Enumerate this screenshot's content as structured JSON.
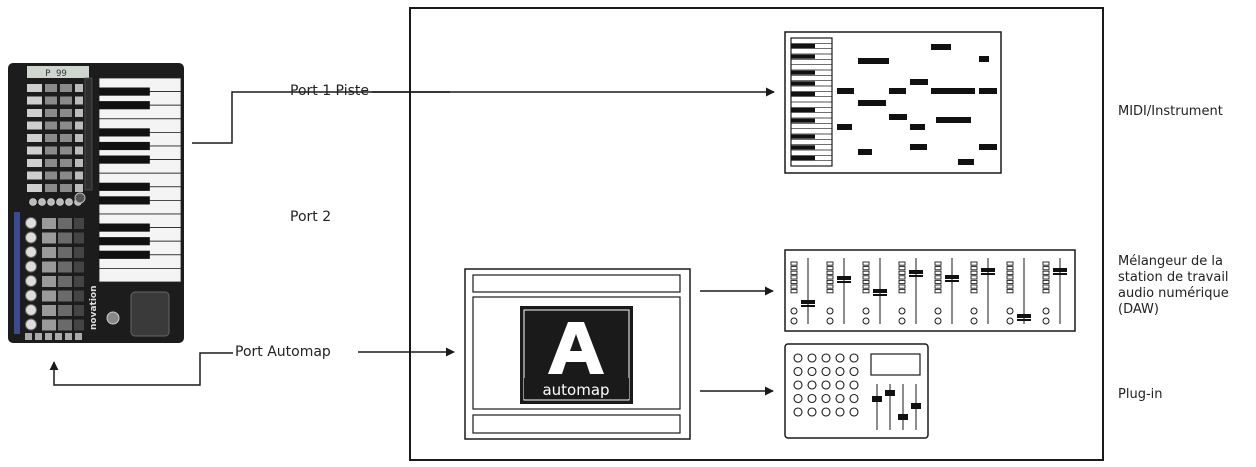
{
  "labels": {
    "port1": "Port 1 Piste",
    "port2": "Port 2",
    "port_automap": "Port Automap",
    "automap_logo_text": "automap"
  },
  "destinations": {
    "midi_instrument": "MIDI/Instrument",
    "daw_mixer_lines": [
      "Mélangeur de la",
      "station de travail",
      "audio numérique",
      "(DAW)"
    ],
    "plugin": "Plug-in"
  },
  "controller": {
    "brand": "novation",
    "display": "P 99"
  },
  "colors": {
    "stroke": "#1a1a1a",
    "keyboard_body": "#1c1c1c",
    "accent_blue": "#3a4a8c",
    "logo_bg": "#1a1a1a"
  }
}
